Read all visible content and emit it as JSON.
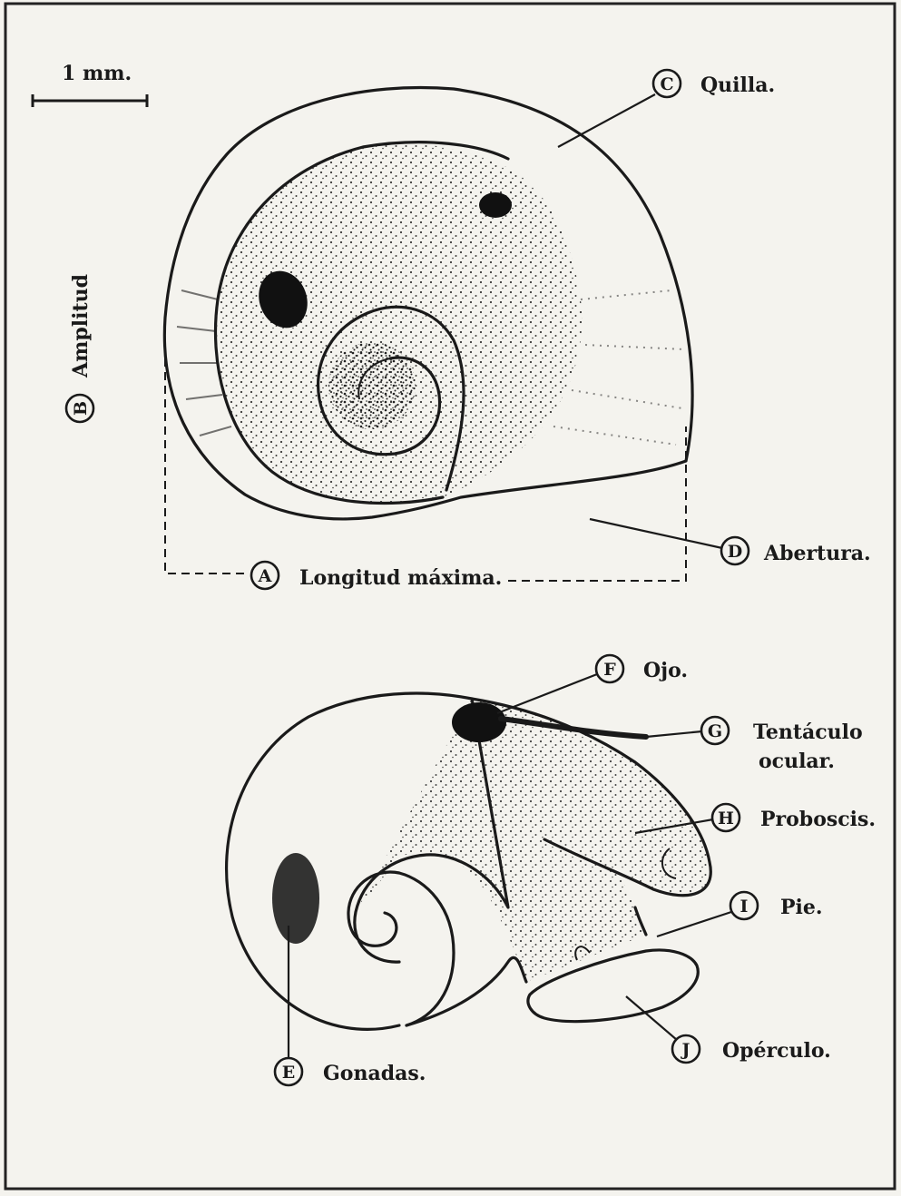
{
  "scale_bar": {
    "label": "1 mm."
  },
  "shell_view": {
    "labels": [
      {
        "letter": "A",
        "text": "Longitud máxima."
      },
      {
        "letter": "B",
        "text": "Amplitud"
      },
      {
        "letter": "C",
        "text": "Quilla."
      },
      {
        "letter": "D",
        "text": "Abertura."
      }
    ]
  },
  "body_view": {
    "labels": [
      {
        "letter": "E",
        "text": "Gonadas."
      },
      {
        "letter": "F",
        "text": "Ojo."
      },
      {
        "letter": "G",
        "text": "Tentáculo",
        "text2": "ocular."
      },
      {
        "letter": "H",
        "text": "Proboscis."
      },
      {
        "letter": "I",
        "text": "Pie."
      },
      {
        "letter": "J",
        "text": "Opérculo."
      }
    ]
  }
}
